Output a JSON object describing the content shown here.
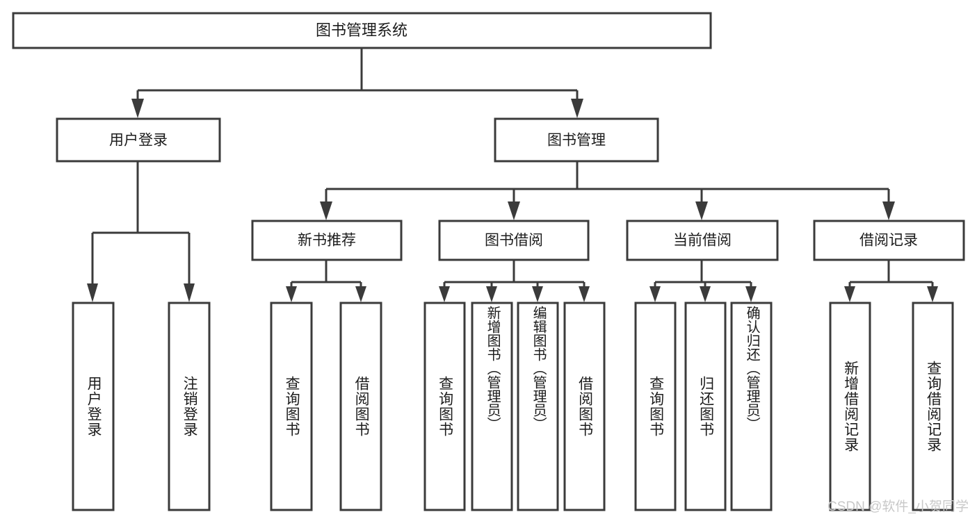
{
  "diagram": {
    "title": "图书管理系统",
    "watermark": "CSDN @软件_小贺同学",
    "colors": {
      "box_stroke": "#3b3b3b",
      "box_fill": "#ffffff",
      "text": "#1c1c1c",
      "watermark": "#c8c8c8",
      "background": "#ffffff"
    },
    "nodes": {
      "root": {
        "label": "图书管理系统"
      },
      "level2": [
        {
          "label": "用户登录"
        },
        {
          "label": "图书管理"
        }
      ],
      "level3": [
        {
          "label": "新书推荐"
        },
        {
          "label": "图书借阅"
        },
        {
          "label": "当前借阅"
        },
        {
          "label": "借阅记录"
        }
      ],
      "leaves": {
        "user_login": [
          {
            "label": "用户登录"
          },
          {
            "label": "注销登录"
          }
        ],
        "new_book": [
          {
            "label": "查询图书"
          },
          {
            "label": "借阅图书"
          }
        ],
        "book_borrow": [
          {
            "label": "查询图书"
          },
          {
            "label": "新增图书（管理员）"
          },
          {
            "label": "编辑图书（管理员）"
          },
          {
            "label": "借阅图书"
          }
        ],
        "current_borrow": [
          {
            "label": "查询图书"
          },
          {
            "label": "归还图书"
          },
          {
            "label": "确认归还（管理员）"
          }
        ],
        "borrow_record": [
          {
            "label": "新增借阅记录"
          },
          {
            "label": "查询借阅记录"
          }
        ]
      }
    }
  }
}
